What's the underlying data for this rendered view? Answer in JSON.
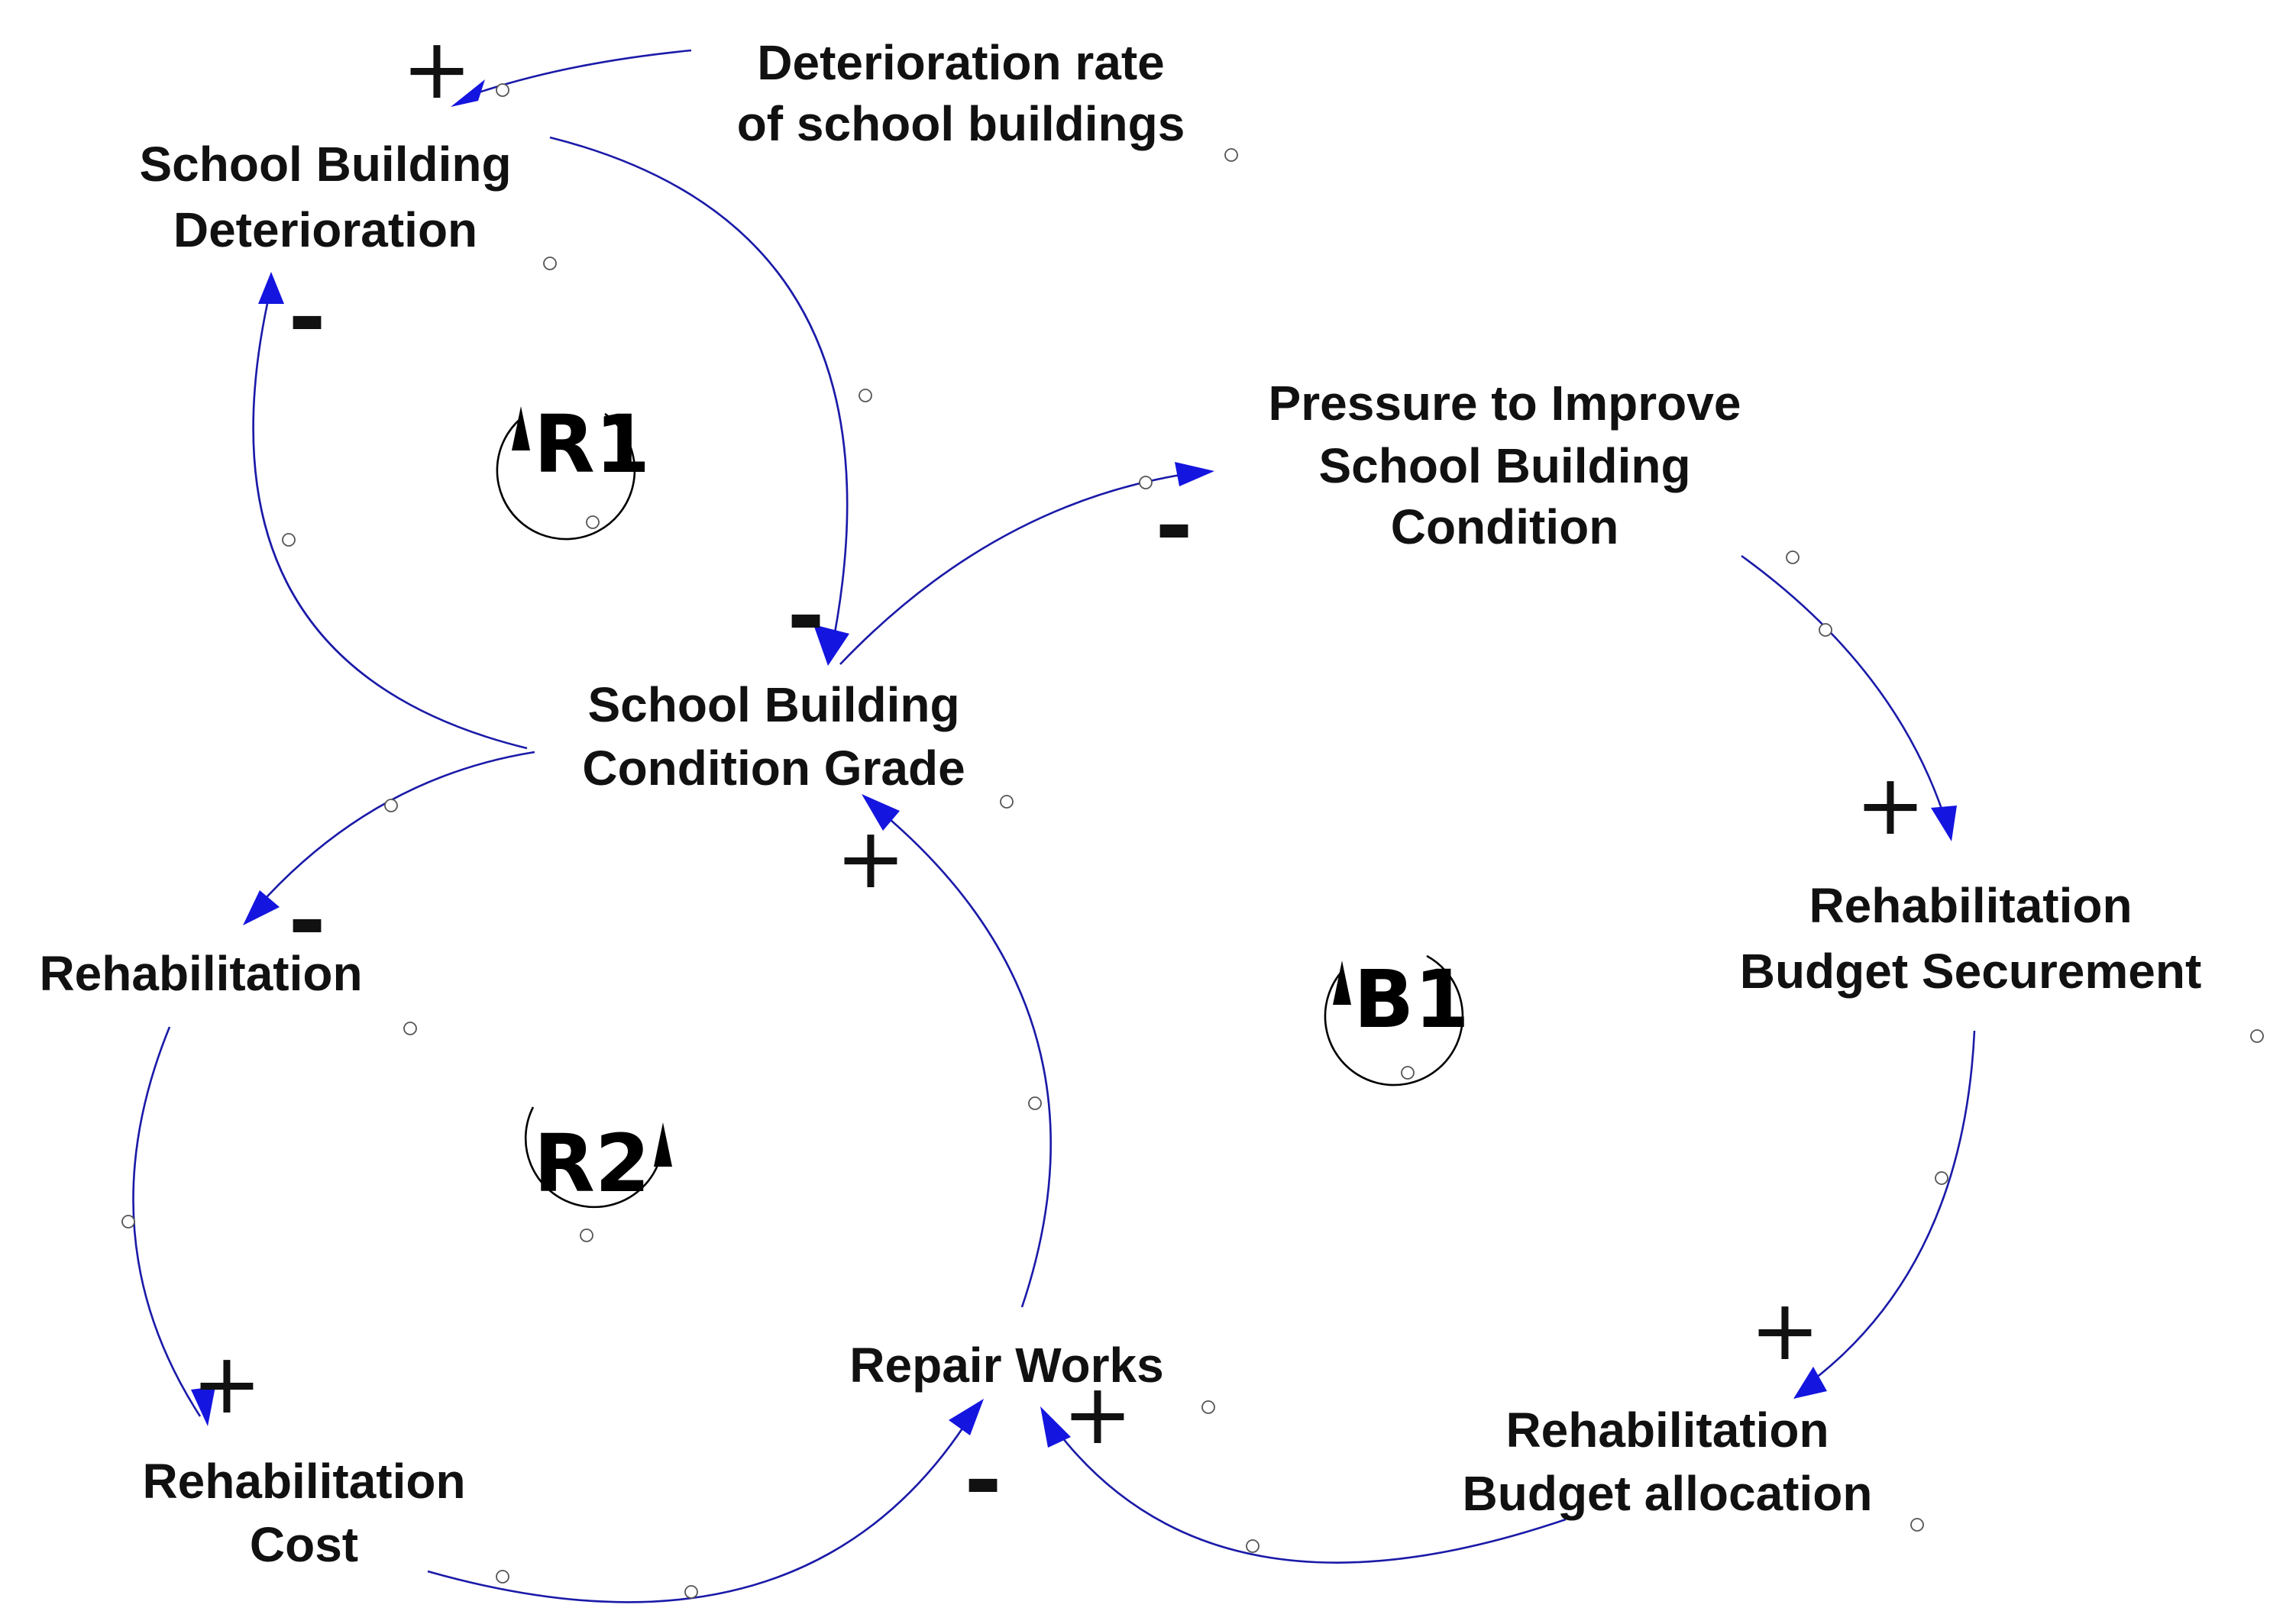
{
  "nodes": {
    "deterioration_rate": [
      "Deterioration rate",
      "of school buildings"
    ],
    "school_building_deterioration": [
      "School Building",
      "Deterioration"
    ],
    "pressure_to_improve": [
      "Pressure to Improve",
      "School Building",
      "Condition"
    ],
    "condition_grade": [
      "School Building",
      "Condition Grade"
    ],
    "rehabilitation": [
      "Rehabilitation"
    ],
    "budget_securement": [
      "Rehabilitation",
      "Budget Securement"
    ],
    "repair_works": [
      "Repair Works"
    ],
    "rehabilitation_cost": [
      "Rehabilitation",
      "Cost"
    ],
    "budget_allocation": [
      "Rehabilitation",
      "Budget allocation"
    ]
  },
  "loops": {
    "r1": "R1",
    "r2": "R2",
    "b1": "B1"
  },
  "links": [
    {
      "from": "Deterioration rate of school buildings",
      "to": "School Building Deterioration",
      "polarity": "+"
    },
    {
      "from": "School Building Deterioration",
      "to": "School Building Condition Grade",
      "polarity": "-"
    },
    {
      "from": "School Building Condition Grade",
      "to": "School Building Deterioration",
      "polarity": "-"
    },
    {
      "from": "School Building Condition Grade",
      "to": "Pressure to Improve School Building Condition",
      "polarity": "-"
    },
    {
      "from": "Pressure to Improve School Building Condition",
      "to": "Rehabilitation Budget Securement",
      "polarity": "+"
    },
    {
      "from": "Rehabilitation Budget Securement",
      "to": "Rehabilitation Budget allocation",
      "polarity": "+"
    },
    {
      "from": "Rehabilitation Budget allocation",
      "to": "Repair Works",
      "polarity": "+"
    },
    {
      "from": "Repair Works",
      "to": "School Building Condition Grade",
      "polarity": "+"
    },
    {
      "from": "School Building Condition Grade",
      "to": "Rehabilitation",
      "polarity": "-"
    },
    {
      "from": "Rehabilitation",
      "to": "Rehabilitation Cost",
      "polarity": "+"
    },
    {
      "from": "Rehabilitation Cost",
      "to": "Repair Works",
      "polarity": "-"
    }
  ],
  "colors": {
    "link": "#1a1aa8",
    "arrowhead": "#1515e0",
    "text": "#111111"
  }
}
